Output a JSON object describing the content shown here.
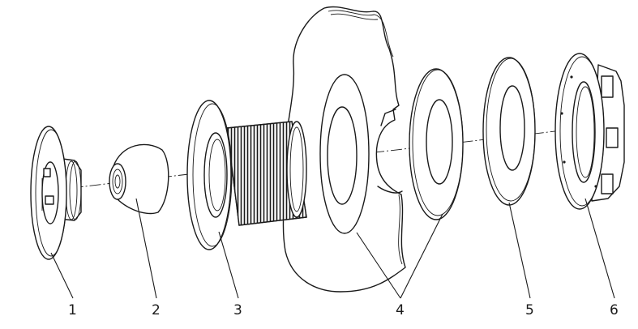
{
  "colors": {
    "line": "#1a1a1a",
    "background": "#ffffff"
  },
  "labels": {
    "part1": "1",
    "part2": "2",
    "part3": "3",
    "part4": "4",
    "part5": "5",
    "part6": "6"
  }
}
